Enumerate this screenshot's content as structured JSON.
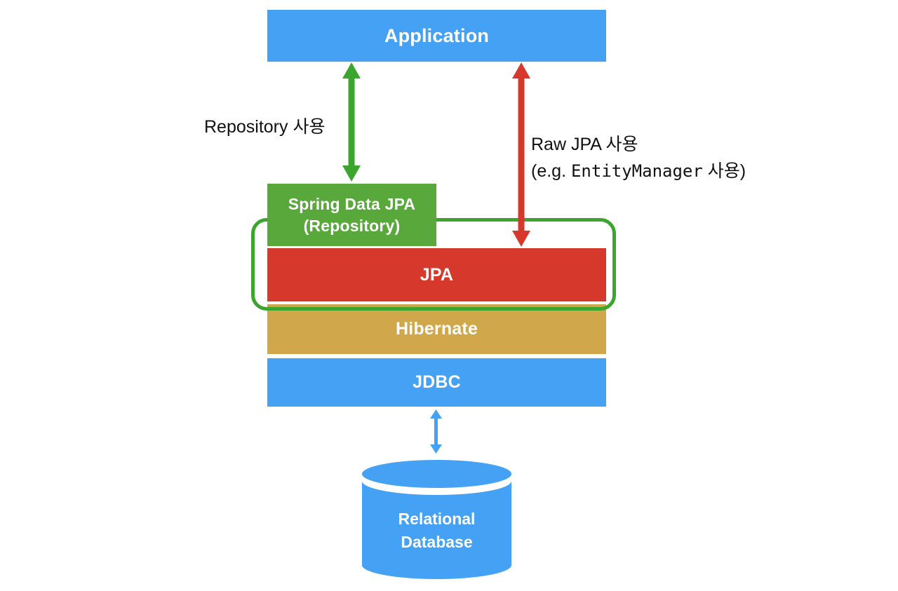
{
  "diagram": {
    "layers": {
      "application": "Application",
      "spring_data_jpa_line1": "Spring Data JPA",
      "spring_data_jpa_line2": "(Repository)",
      "jpa": "JPA",
      "hibernate": "Hibernate",
      "jdbc": "JDBC",
      "database_line1": "Relational",
      "database_line2": "Database"
    },
    "annotations": {
      "repository_label": "Repository 사용",
      "raw_jpa_line1": "Raw JPA 사용",
      "raw_jpa_line2_prefix": "(e.g. ",
      "raw_jpa_code": "EntityManager",
      "raw_jpa_line2_suffix": " 사용)"
    },
    "colors": {
      "blue": "#45A1F3",
      "green_box": "#58A83C",
      "green_line": "#3CA52D",
      "red": "#D6392B",
      "gold": "#D0A84B",
      "annotation_text": "#111111"
    }
  }
}
